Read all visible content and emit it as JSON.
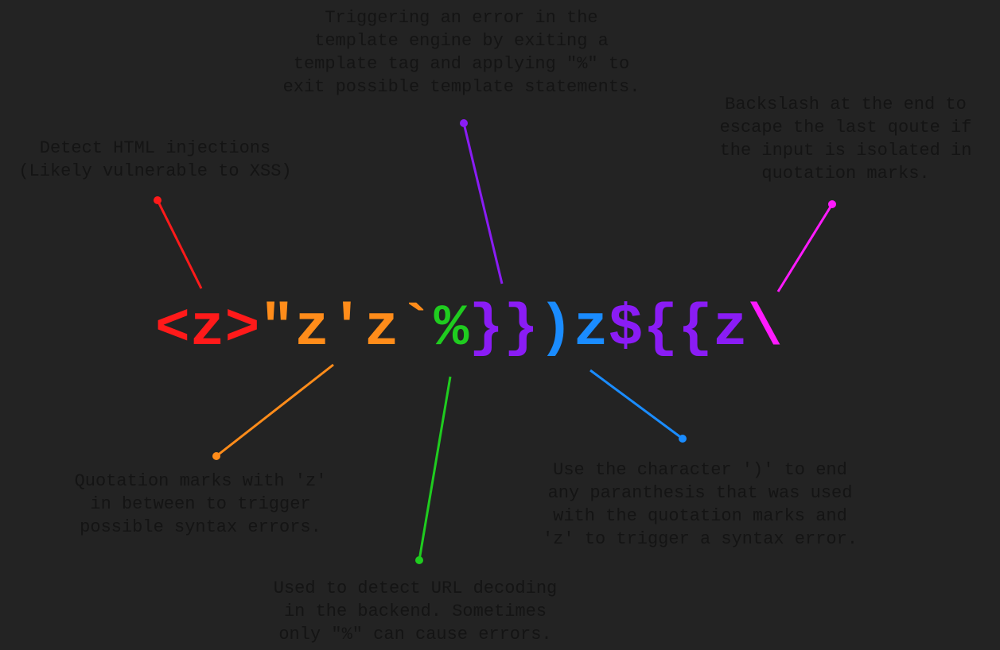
{
  "payload": {
    "segments": [
      {
        "id": "html",
        "text": "<z>",
        "color": "#ff1a1a"
      },
      {
        "id": "quotes",
        "text": "\"z'z`",
        "color": "#ff8c1a"
      },
      {
        "id": "percent",
        "text": "%",
        "color": "#1fcc1f"
      },
      {
        "id": "template",
        "text": "}}",
        "color": "#8a1cf5"
      },
      {
        "id": "paren",
        "text": ")z",
        "color": "#1a8cff"
      },
      {
        "id": "dollar",
        "text": "${{z",
        "color": "#8a1cf5"
      },
      {
        "id": "backslash",
        "text": "\\",
        "color": "#ff1aff"
      }
    ]
  },
  "annotations": {
    "html": {
      "lines": [
        "Detect HTML injections",
        "(Likely vulnerable to XSS)"
      ],
      "color": "#ff1a1a"
    },
    "template": {
      "lines": [
        "Triggering an error in the",
        "template engine by exiting a",
        "template tag and applying \"%\" to",
        "exit possible template statements."
      ],
      "color": "#8a1cf5"
    },
    "backslash": {
      "lines": [
        "Backslash at the end to",
        "escape the last qoute if",
        "the input is isolated in",
        "quotation marks."
      ],
      "color": "#ff1aff"
    },
    "quotes": {
      "lines": [
        "Quotation marks with 'z'",
        "in between to trigger",
        "possible syntax errors."
      ],
      "color": "#ff8c1a"
    },
    "percent": {
      "lines": [
        "Used to detect URL decoding",
        "in the backend. Sometimes",
        "only \"%\" can cause errors."
      ],
      "color": "#1fcc1f"
    },
    "paren": {
      "lines": [
        "Use the character ')' to end",
        "any paranthesis that was used",
        "with the quotation marks and",
        "'z' to trigger a syntax error."
      ],
      "color": "#1a8cff"
    }
  }
}
